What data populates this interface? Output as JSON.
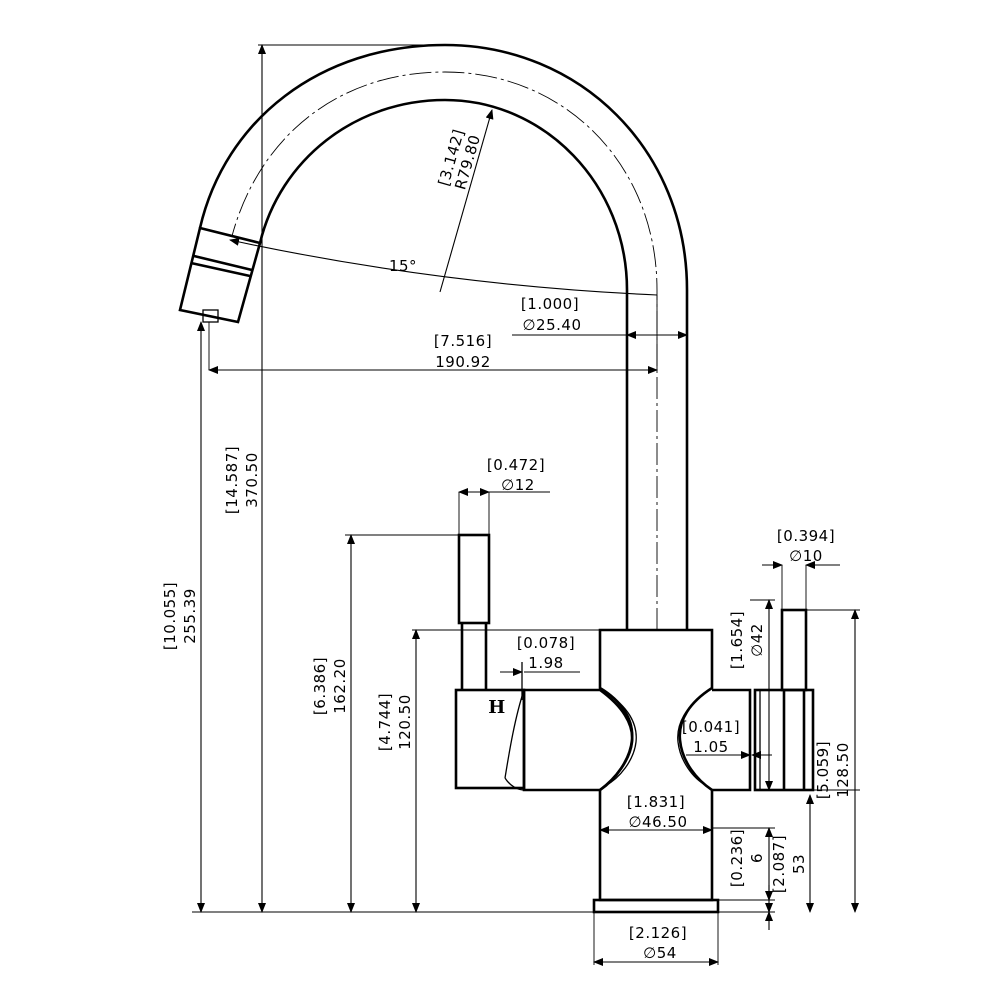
{
  "dimensions": {
    "spout_dia": {
      "inch": "[1.000]",
      "mm": "∅25.40"
    },
    "spout_reach": {
      "inch": "[7.516]",
      "mm": "190.92"
    },
    "bend_radius": {
      "inch": "[3.142]",
      "mm": "R79.80"
    },
    "spout_angle": {
      "text": "15°"
    },
    "handle_dia": {
      "inch": "[0.472]",
      "mm": "∅12"
    },
    "total_height": {
      "inch": "[14.587]",
      "mm": "370.50"
    },
    "aerator_height": {
      "inch": "[10.055]",
      "mm": "255.39"
    },
    "handle_height": {
      "inch": "[6.386]",
      "mm": "162.20"
    },
    "body_height": {
      "inch": "[4.744]",
      "mm": "120.50"
    },
    "handle_offset": {
      "inch": "[0.078]",
      "mm": "1.98"
    },
    "right_handle_dia": {
      "inch": "[0.394]",
      "mm": "∅10"
    },
    "right_hub_dia": {
      "inch": "[1.654]",
      "mm": "∅42"
    },
    "hub_gap": {
      "inch": "[0.041]",
      "mm": "1.05"
    },
    "right_height": {
      "inch": "[5.059]",
      "mm": "128.50"
    },
    "body_dia": {
      "inch": "[1.831]",
      "mm": "∅46.50"
    },
    "base_thickness": {
      "inch": "[0.236]",
      "mm": "6"
    },
    "base_height": {
      "inch": "[2.087]",
      "mm": "53"
    },
    "base_dia": {
      "inch": "[2.126]",
      "mm": "∅54"
    }
  },
  "hot_marker": "H"
}
